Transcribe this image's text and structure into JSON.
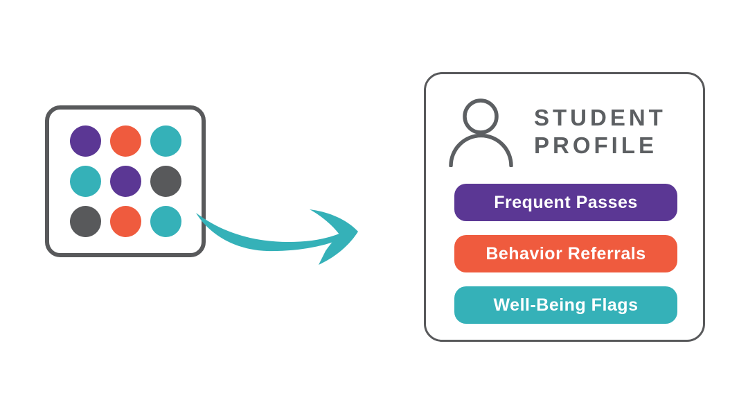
{
  "palette": {
    "purple": "#5b3794",
    "orange": "#ef5b3e",
    "teal": "#35b1b8",
    "gray": "#58595b",
    "title_gray": "#5c5f62",
    "white": "#ffffff"
  },
  "source_box": {
    "dot_rows": [
      [
        "purple",
        "orange",
        "teal"
      ],
      [
        "teal",
        "purple",
        "gray"
      ],
      [
        "gray",
        "orange",
        "teal"
      ]
    ]
  },
  "arrow": {
    "name": "curved-arrow-right",
    "color": "#35b1b8"
  },
  "profile_card": {
    "icon": "person-icon",
    "title_line1": "STUDENT",
    "title_line2": "PROFILE",
    "tags": [
      {
        "label": "Frequent Passes",
        "color_key": "purple"
      },
      {
        "label": "Behavior Referrals",
        "color_key": "orange"
      },
      {
        "label": "Well-Being Flags",
        "color_key": "teal"
      }
    ]
  }
}
